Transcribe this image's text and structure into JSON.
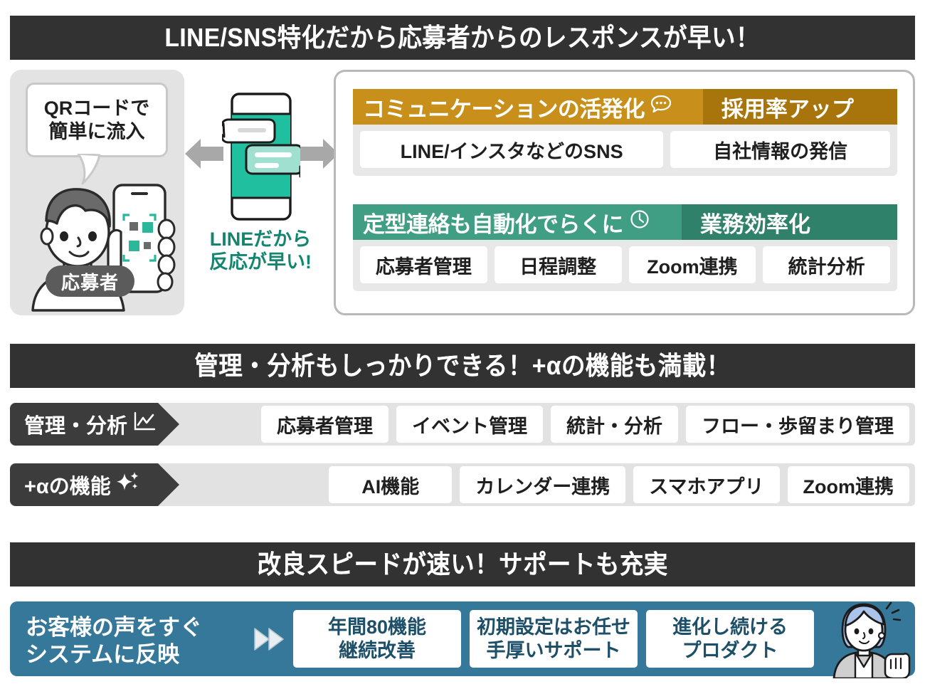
{
  "colors": {
    "dark_band": "#323232",
    "gold": "#c8901a",
    "gold_dark": "#a8740c",
    "teal": "#3f9e83",
    "teal_dark": "#2f8169",
    "line_green": "#14866f",
    "support_blue": "#35789a",
    "support_text": "#1d4f68",
    "tag_dark": "#3c3c3c",
    "tray_gray": "#e8e8e8",
    "panel_gray": "#e3e3e3"
  },
  "bands": {
    "band1": "LINE/SNS特化だから応募者からのレスポンスが早い！",
    "band2": "管理・分析もしっかりできる！+αの機能も満載！",
    "band3": "改良スピードが速い！サポートも充実"
  },
  "section1": {
    "left_card": {
      "bubble_line1": "QRコードで",
      "bubble_line2": "簡単に流入",
      "person_label": "応募者",
      "icons": {
        "speech_bubble": "speech-bubble-callout",
        "person": "applicant-person-illustration",
        "phone": "smartphone-with-qr-illustration",
        "qr": "qr-code-icon"
      }
    },
    "center": {
      "caption_line1": "LINEだから",
      "caption_line2": "反応が早い!",
      "icons": {
        "phone": "chat-phone-illustration",
        "arrow_left": "arrow-left-icon",
        "arrow_right": "arrow-right-icon"
      }
    },
    "features": [
      {
        "banner_left": "コミュニケーションの活発化",
        "banner_left_icon": "chat-bubble-icon",
        "banner_right": "採用率アップ",
        "color": "#c8901a",
        "color_dark": "#a8740c",
        "pills": [
          "LINE/インスタなどのSNS",
          "自社情報の発信"
        ],
        "pill_flex": [
          1.38,
          1
        ]
      },
      {
        "banner_left": "定型連絡も自動化でらくに",
        "banner_left_icon": "clock-icon",
        "banner_right": "業務効率化",
        "color": "#3f9e83",
        "color_dark": "#2f8169",
        "pills": [
          "応募者管理",
          "日程調整",
          "Zoom連携",
          "統計分析"
        ],
        "pill_flex": [
          1,
          1,
          1,
          1
        ]
      }
    ]
  },
  "section2": {
    "rows": [
      {
        "tag": "管理・分析",
        "tag_icon": "line-chart-icon",
        "tag_width": 238,
        "items": [
          "応募者管理",
          "イベント管理",
          "統計・分析",
          "フロー・歩留まり管理"
        ]
      },
      {
        "tag": "+αの機能",
        "tag_icon": "sparkle-icon",
        "tag_width": 238,
        "items": [
          "AI機能",
          "カレンダー連携",
          "スマホアプリ",
          "Zoom連携"
        ]
      }
    ]
  },
  "section3": {
    "lead_line1": "お客様の声をすぐ",
    "lead_line2": "システムに反映",
    "chevron_icon": "double-chevron-right-icon",
    "cards": [
      {
        "line1": "年間80機能",
        "line2": "継続改善"
      },
      {
        "line1": "初期設定はお任せ",
        "line2": "手厚いサポート"
      },
      {
        "line1": "進化し続ける",
        "line2": "プロダクト"
      }
    ],
    "person_icon": "support-staff-woman-illustration"
  }
}
